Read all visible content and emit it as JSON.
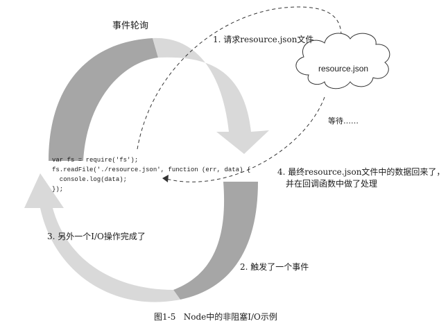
{
  "title": "事件轮询",
  "steps": {
    "step1": "1. 请求resource.json文件",
    "step2": "2. 触发了一个事件",
    "step3": "3. 另外一个I/O操作完成了",
    "step4_line1": "4. 最终resource.json文件中的数据回来了，",
    "step4_line2": "并在回调函数中做了处理"
  },
  "cloud_label": "resource.json",
  "waiting": "等待……",
  "code": [
    "var fs = require('fs');",
    "fs.readFile('./resource.json', function (err, data) {",
    "  console.log(data);",
    "});"
  ],
  "caption": "图1-5   Node中的非阻塞I/O示例",
  "colors": {
    "arrow_dark": "#a6a6a6",
    "arrow_light": "#d9d9d9",
    "line": "#333333",
    "text": "#1a1a1a"
  }
}
